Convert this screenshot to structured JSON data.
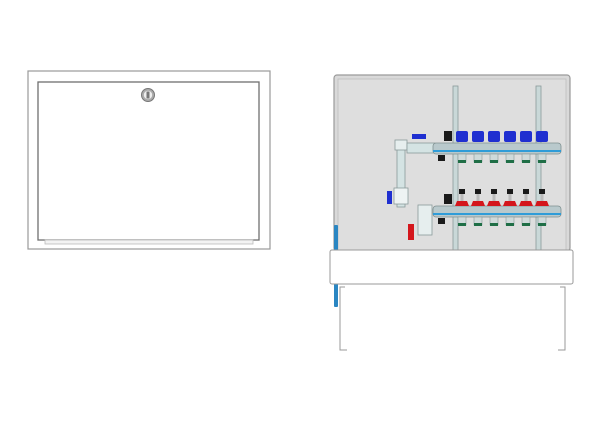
{
  "drawing": {
    "views": [
      "closed-cabinet-front",
      "open-cabinet-with-manifold"
    ],
    "manifold": {
      "supply_outlets": 6,
      "return_outlets": 6
    },
    "colors": {
      "outline": "#7a7a7a",
      "cabinet_interior": "#dcdcdc",
      "supply_cap": "#1f2fd0",
      "return_cap": "#d4161c",
      "handle_black": "#1a1a1a",
      "pipe": "#b9c9cc",
      "pipe_accent": "#2f9cd8",
      "mount_strip": "#2a86c2",
      "fitting_green": "#1f6e46"
    }
  }
}
